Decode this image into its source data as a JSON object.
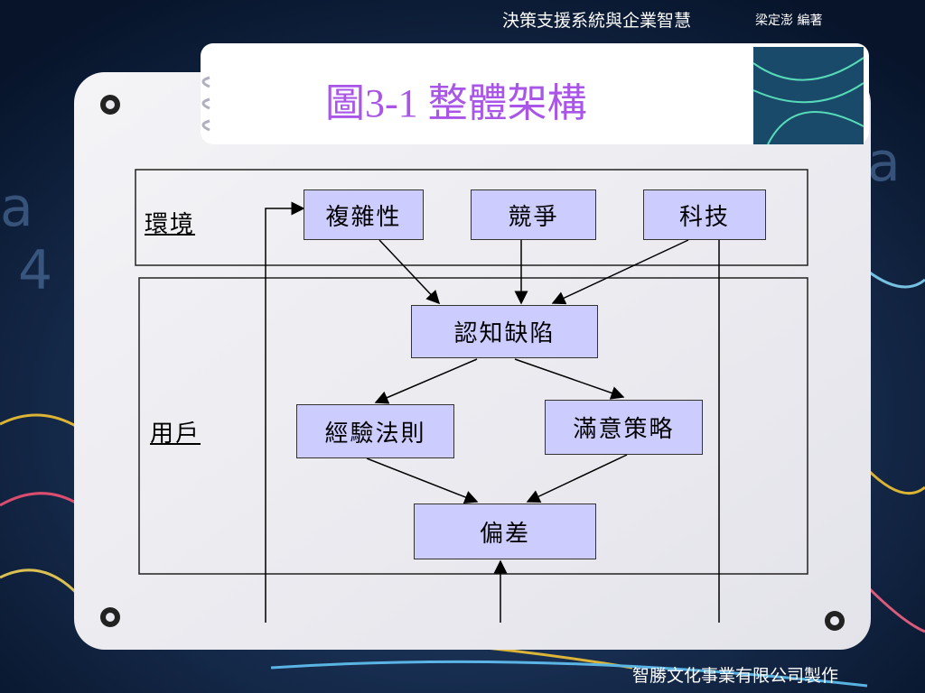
{
  "header": {
    "course_title": "決策支援系統與企業智慧",
    "author": "梁定澎 編著"
  },
  "slide": {
    "title": "圖3-1 整體架構"
  },
  "footer": {
    "publisher": "智勝文化事業有限公司製作"
  },
  "diagram": {
    "sections": {
      "environment": "環境",
      "user": "用戶"
    },
    "nodes": {
      "complexity": "複雜性",
      "competition": "競爭",
      "technology": "科技",
      "cognitive_deficit": "認知缺陷",
      "heuristics": "經驗法則",
      "satisficing": "滿意策略",
      "bias": "偏差"
    }
  },
  "colors": {
    "title": "#a855e8",
    "node_fill": "#ccccff",
    "panel": "#ececf2"
  }
}
